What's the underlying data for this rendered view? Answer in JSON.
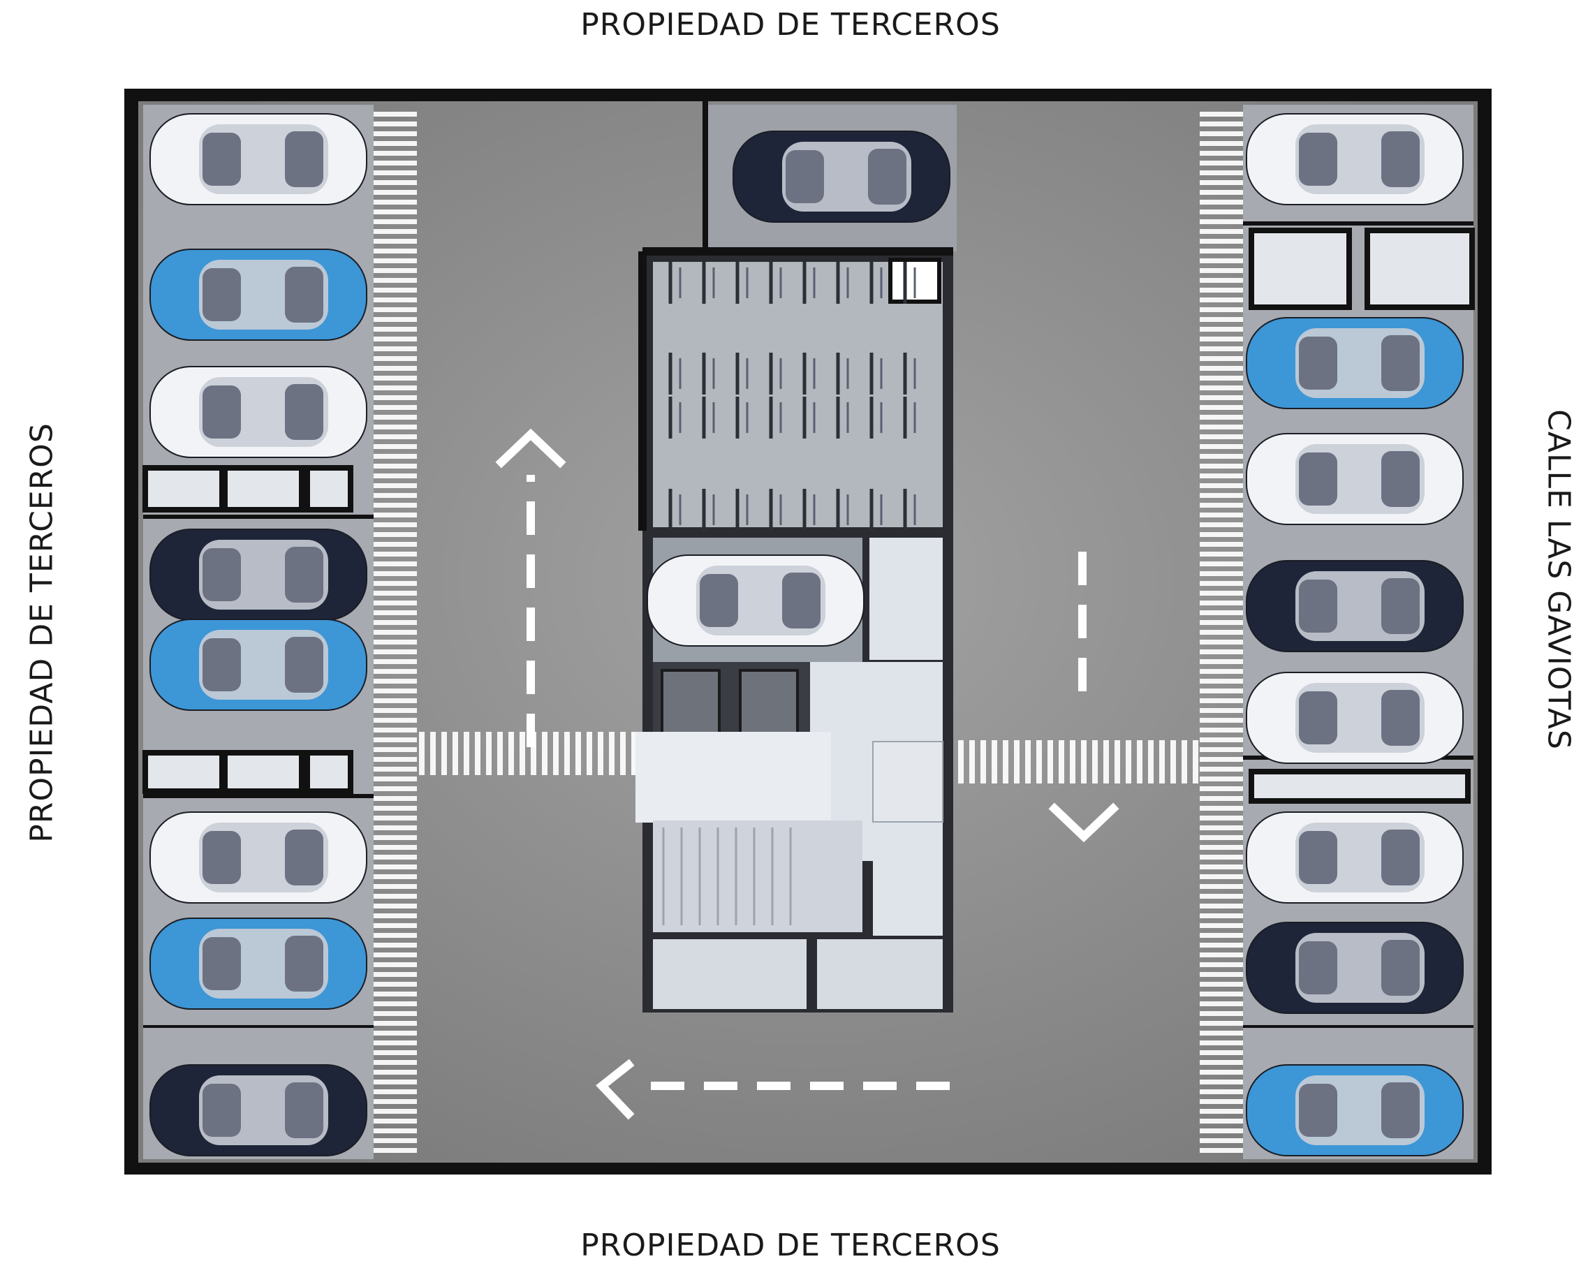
{
  "labels": {
    "top": "PROPIEDAD DE TERCEROS",
    "bottom": "PROPIEDAD DE TERCEROS",
    "left": "PROPIEDAD DE TERCEROS",
    "right": "CALLE LAS GAVIOTAS"
  },
  "colors": {
    "floor": "#8e8e8e",
    "wall": "#111111",
    "white_car": "#f2f3f6",
    "blue_car": "#3d96d6",
    "navy_car": "#1f2538",
    "room": "#dfe3ea",
    "marking": "#ffffff"
  },
  "parking": {
    "left_column": [
      "white",
      "blue",
      "white",
      "navy",
      "blue",
      "white",
      "blue",
      "navy"
    ],
    "right_column": [
      "white",
      "blue",
      "white",
      "navy",
      "white",
      "white",
      "navy",
      "blue"
    ],
    "center": [
      "navy",
      "white"
    ]
  },
  "bicycle_rows": 4,
  "circulation_arrows": [
    "up",
    "down",
    "left"
  ]
}
